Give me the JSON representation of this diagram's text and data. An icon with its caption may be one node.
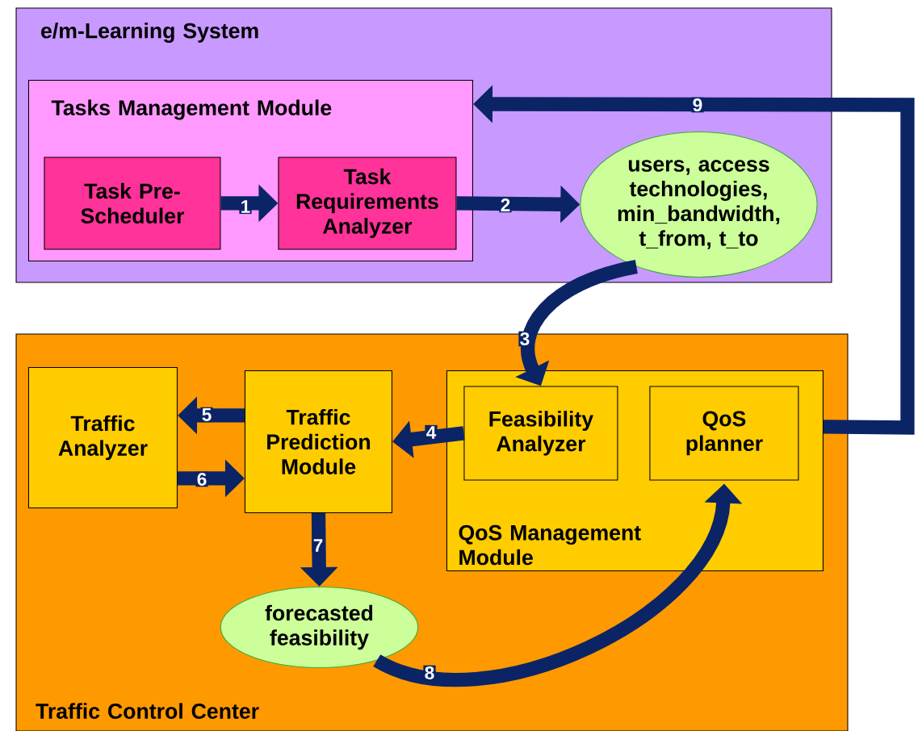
{
  "diagram": {
    "nodes": [
      {
        "text": [
          "e/m-Learning System"
        ]
      },
      {
        "text": [
          "Tasks Management Module"
        ],
        "in": 0
      },
      {
        "text": [
          "Task Pre-Scheduler"
        ],
        "in": 1
      },
      {
        "text": [
          "Task Requirements Analyzer"
        ],
        "in": 1
      },
      {
        "text": [
          "users, access technologies, min_bandwidth, t_from, t_to"
        ],
        "in": 0
      },
      {
        "text": [
          "Traffic Control Center"
        ]
      },
      {
        "text": [
          "Traffic Analyzer"
        ],
        "in": 5
      },
      {
        "text": [
          "Traffic Prediction Module"
        ],
        "in": 5
      },
      {
        "text": [
          "QoS Management Module"
        ],
        "in": 5
      },
      {
        "text": [
          "Feasibility Analyzer"
        ],
        "in": 8
      },
      {
        "text": [
          "QoS planner"
        ],
        "in": 8
      },
      {
        "text": [
          "forecasted feasibility"
        ],
        "in": 5
      }
    ],
    "edges": [
      {
        "from": 2,
        "to": 3,
        "arrow": "to",
        "label": "1"
      },
      {
        "from": 3,
        "to": 4,
        "arrow": "to",
        "label": "2"
      },
      {
        "from": 4,
        "to": 9,
        "arrow": "to",
        "label": "3"
      },
      {
        "from": 9,
        "to": 7,
        "arrow": "to",
        "label": "4"
      },
      {
        "from": 7,
        "to": 6,
        "arrow": "to",
        "label": "5"
      },
      {
        "from": 6,
        "to": 7,
        "arrow": "to",
        "label": "6"
      },
      {
        "from": 7,
        "to": 11,
        "arrow": "to",
        "label": "7"
      },
      {
        "from": 11,
        "to": 10,
        "arrow": "to",
        "label": "8"
      },
      {
        "from": 8,
        "to": 1,
        "arrow": "to",
        "label": "9"
      }
    ]
  }
}
